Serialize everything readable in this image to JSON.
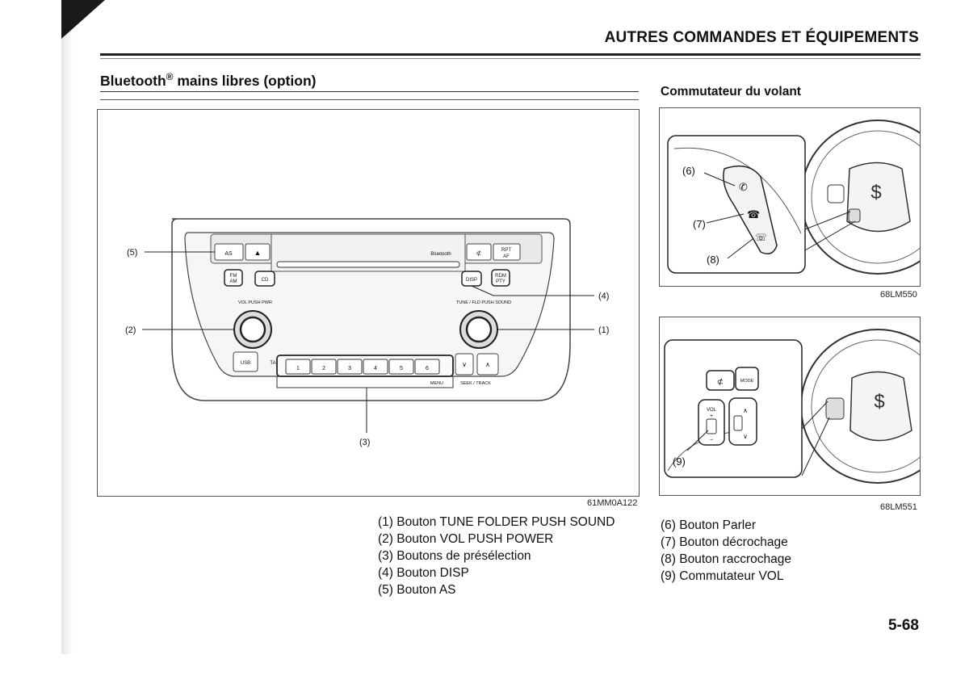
{
  "header": {
    "section_title": "AUTRES COMMANDES ET ÉQUIPEMENTS"
  },
  "left": {
    "title_brand": "Bluetooth",
    "title_reg": "®",
    "title_rest": " mains libres (option)",
    "figure": {
      "code": "61MM0A122",
      "callouts": [
        "(1)",
        "(2)",
        "(3)",
        "(4)",
        "(5)"
      ],
      "panel_labels": {
        "as": "AS",
        "eject": "▲",
        "bluetooth": "Bluetooth",
        "mute": "🔇",
        "rpt": "RPT",
        "af": "AF",
        "fm": "FM",
        "am": "AM",
        "cd": "CD",
        "disp": "DISP",
        "rdm": "RDM",
        "pty": "PTY",
        "vol": "VOL PUSH PWR",
        "tune": "TUNE / FLD PUSH SOUND",
        "usb": "USB",
        "ta": "TA",
        "presets": [
          "1",
          "2",
          "3",
          "4",
          "5",
          "6"
        ],
        "down": "∨",
        "up": "∧",
        "menu": "MENU",
        "seek": "SEEK / TRACK"
      }
    },
    "captions": [
      "(1) Bouton TUNE FOLDER PUSH SOUND",
      "(2) Bouton VOL PUSH POWER",
      "(3) Boutons de présélection",
      "(4) Bouton DISP",
      "(5) Bouton AS"
    ]
  },
  "right": {
    "title": "Commutateur du volant",
    "figure_top": {
      "code": "68LM550",
      "callouts": [
        "(6)",
        "(7)",
        "(8)"
      ]
    },
    "figure_bottom": {
      "code": "68LM551",
      "callouts": [
        "(9)"
      ],
      "labels": {
        "mode": "MODE",
        "vol": "VOL",
        "plus": "+",
        "minus": "−",
        "up": "∧",
        "down": "∨"
      }
    },
    "captions": [
      "(6) Bouton Parler",
      "(7) Bouton décrochage",
      "(8) Bouton raccrochage",
      "(9) Commutateur VOL"
    ]
  },
  "footer": {
    "page_number": "5-68"
  }
}
